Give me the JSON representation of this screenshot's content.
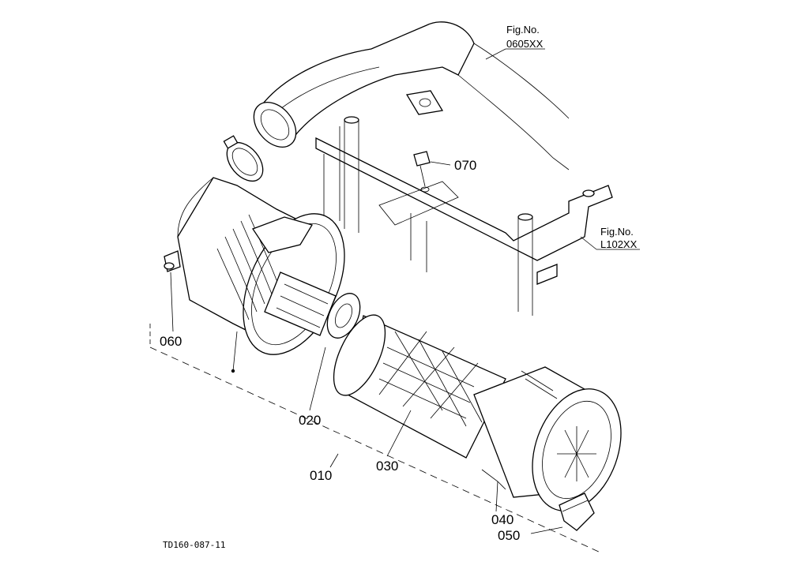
{
  "callouts": {
    "p010": "010",
    "p020": "020",
    "p030": "030",
    "p040": "040",
    "p050": "050",
    "p060": "060",
    "p070": "070"
  },
  "refs": [
    {
      "line1": "Fig.No.",
      "line2": "0605XX"
    },
    {
      "line1": "Fig.No.",
      "line2": "L102XX"
    }
  ],
  "drawing_code": "TD160-087-11"
}
